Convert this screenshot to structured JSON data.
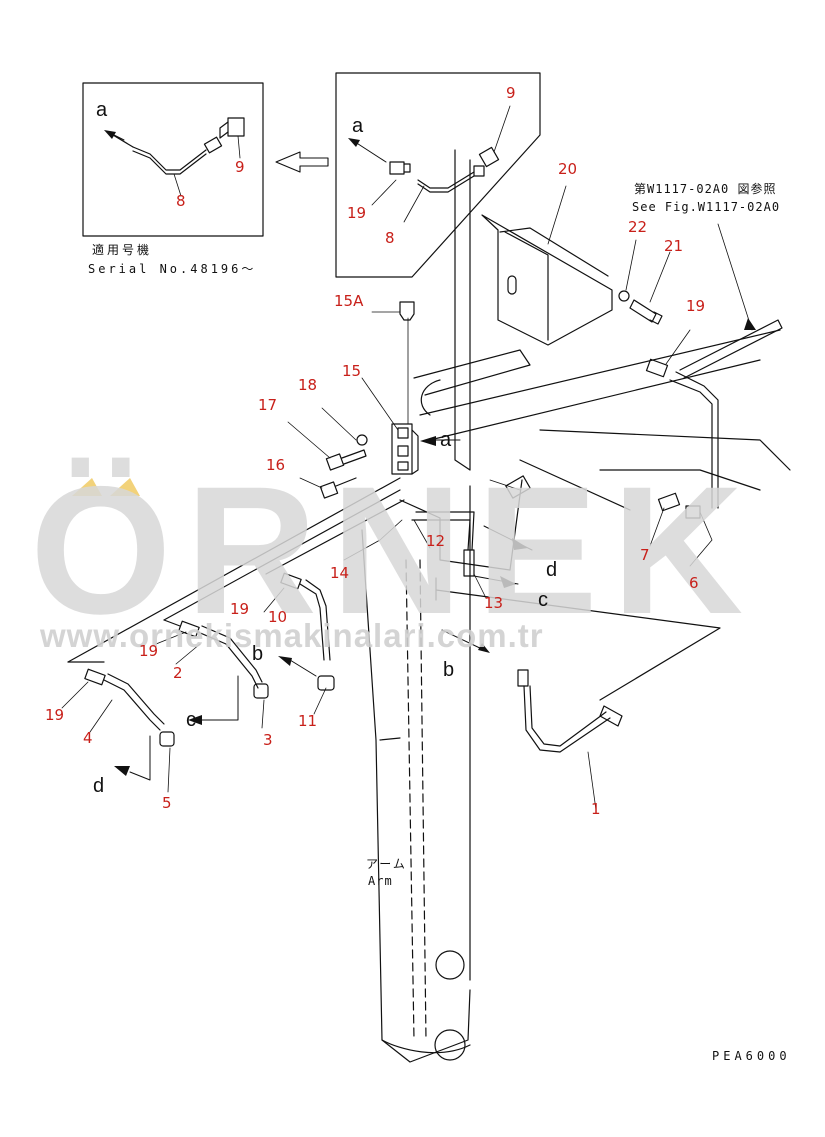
{
  "diagram": {
    "part_numbers": [
      "1",
      "2",
      "3",
      "4",
      "5",
      "6",
      "7",
      "8",
      "8",
      "9",
      "9",
      "10",
      "11",
      "12",
      "13",
      "14",
      "15",
      "15A",
      "16",
      "17",
      "18",
      "19",
      "19",
      "19",
      "19",
      "19",
      "20",
      "21",
      "22"
    ],
    "flow_marks": [
      "a",
      "a",
      "a",
      "b",
      "b",
      "c",
      "c",
      "d",
      "d"
    ],
    "inset_note": {
      "line1": "適用号機",
      "line2": "Serial No.48196～"
    },
    "reference_note": {
      "line1": "第W1117-02A0 図参照",
      "line2": "See Fig.W1117-02A0"
    },
    "arm_label": {
      "jp": "アーム",
      "en": "Arm"
    },
    "drawing_code": "PEA6000"
  },
  "watermark": {
    "brand": "ÖRNEK",
    "url": "www.ornekismakinalari.com.tr"
  },
  "colors": {
    "callout": "#c8201a",
    "line": "#111111",
    "watermark": "#d8d8d8",
    "watermark_accent": "#f2d27a"
  }
}
